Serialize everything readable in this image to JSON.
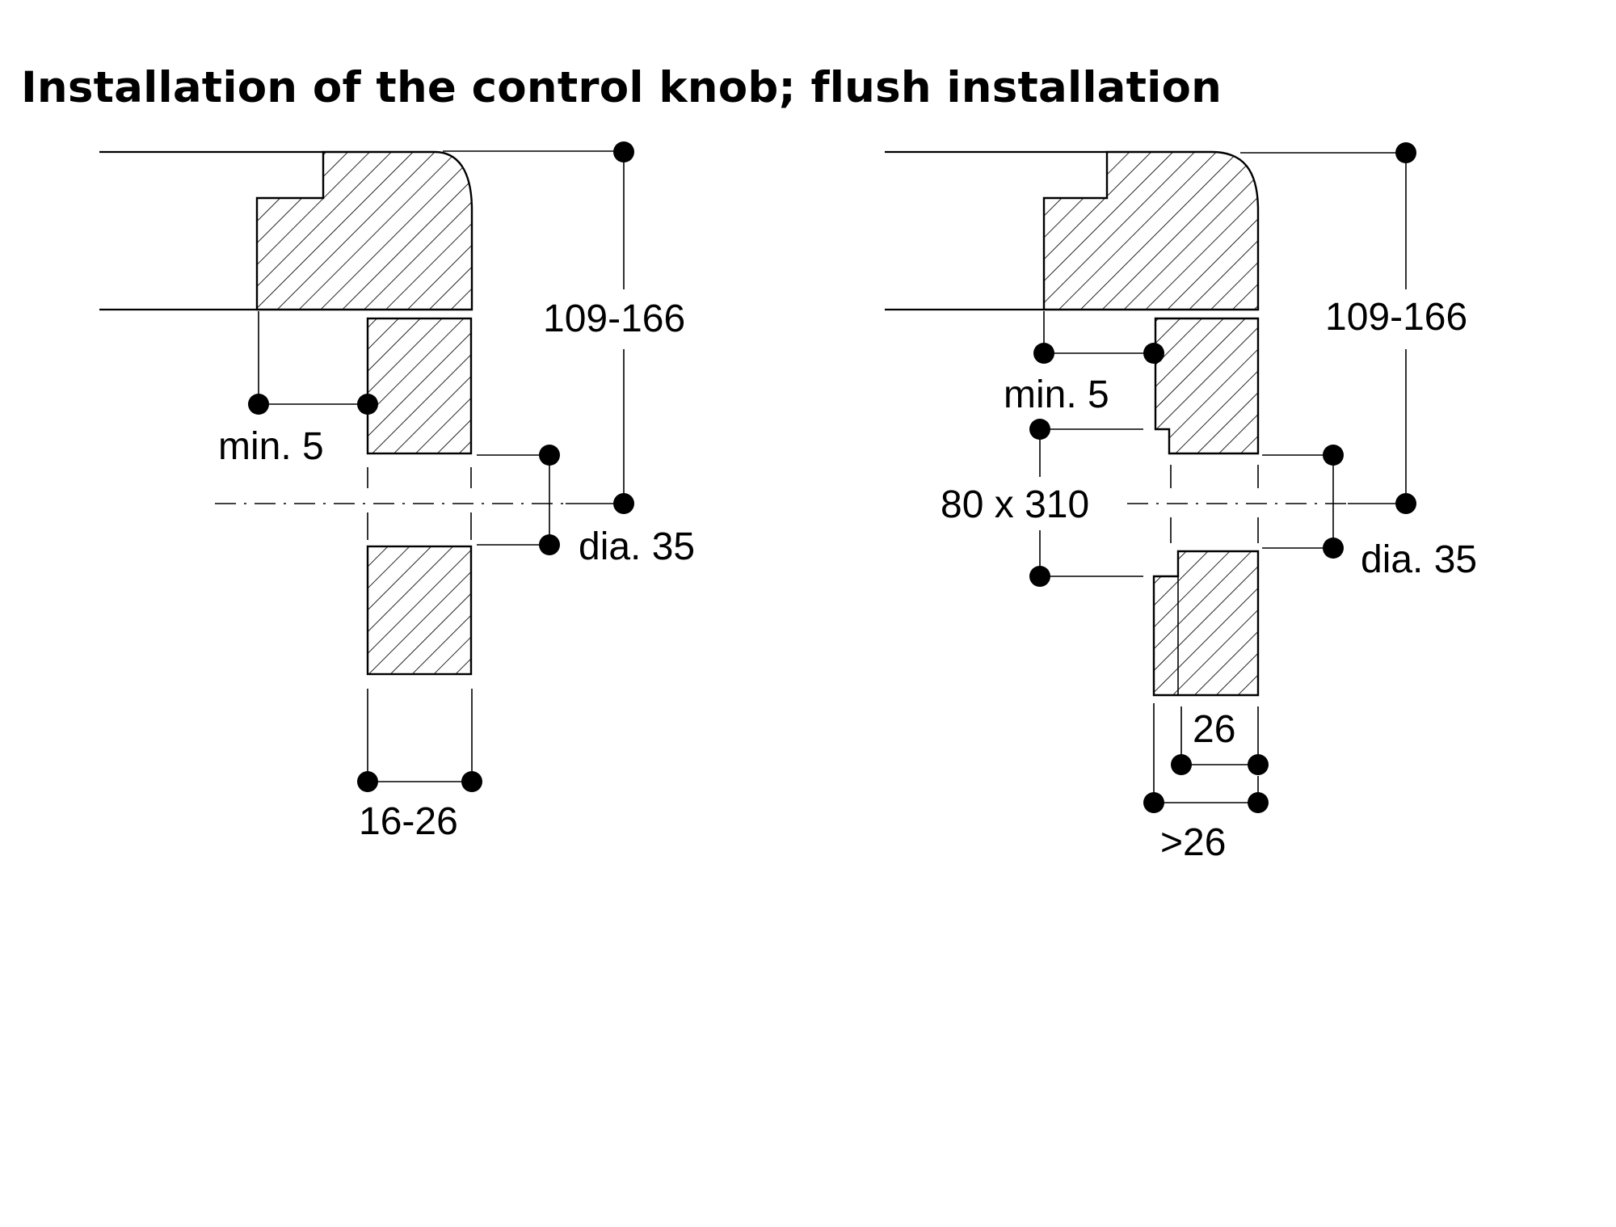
{
  "title": "Installation of the control knob; flush installation",
  "left_figure": {
    "overall_height": "109-166",
    "min_gap": "min. 5",
    "hole_diameter": "dia. 35",
    "panel_thickness": "16-26"
  },
  "right_figure": {
    "overall_height": "109-166",
    "min_gap": "min. 5",
    "cutout": "80 x 310",
    "hole_diameter": "dia. 35",
    "panel_thickness": "26",
    "recess_width": ">26"
  }
}
